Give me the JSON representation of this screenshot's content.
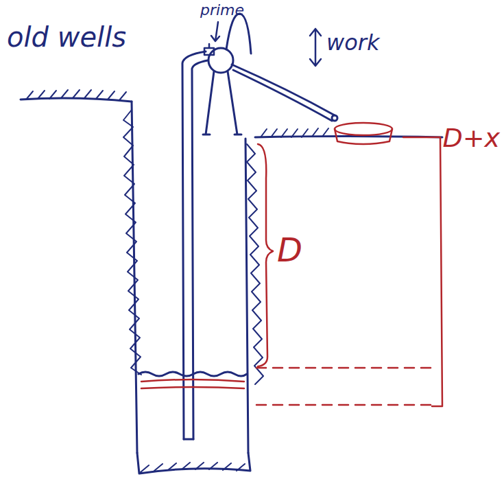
{
  "diagram": {
    "labels": [
      "old wells",
      "prime",
      "work",
      "D",
      "D+x"
    ]
  }
}
